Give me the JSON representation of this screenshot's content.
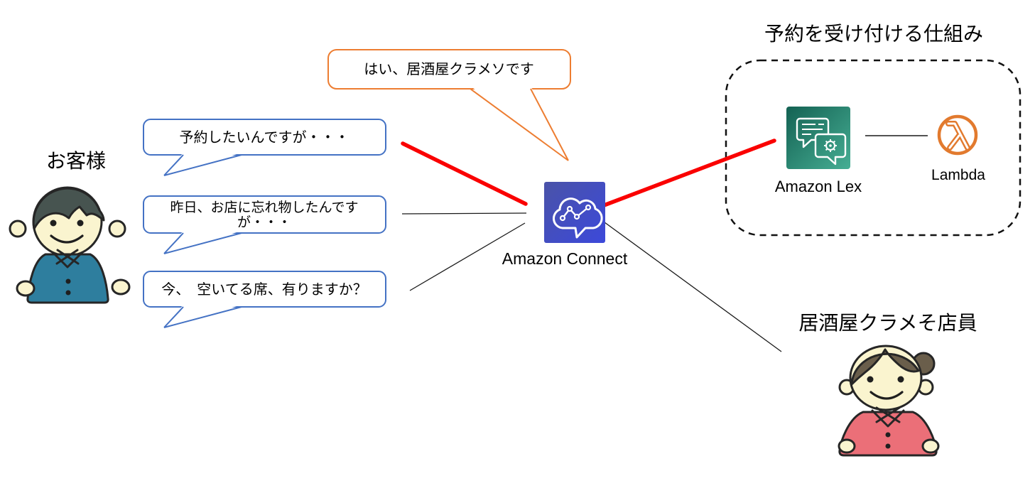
{
  "labels": {
    "customer": "お客様",
    "clerk": "居酒屋クラメそ店員",
    "system_title": "予約を受け付ける仕組み",
    "connect": "Amazon Connect",
    "lex": "Amazon Lex",
    "lambda": "Lambda"
  },
  "bubbles": {
    "reply": "はい、居酒屋クラメソです",
    "reservation": "予約したいんですが・・・",
    "lost_item_line1": "昨日、お店に忘れ物したんです",
    "lost_item_line2": "が・・・",
    "seat_question": "今、　空いてる席、有りますか？"
  },
  "icons": {
    "connect": "chat-cloud-graph-icon",
    "lex": "chat-bubbles-gear-icon",
    "lambda": "lambda-circle-icon"
  },
  "colors": {
    "bubble_blue": "#4472C4",
    "bubble_orange": "#ED7D31",
    "highlight_red": "#FA0000",
    "connector_black": "#1a1a1a",
    "connect_gradient_start": "#4A53A8",
    "connect_gradient_end": "#3C49DA",
    "lex_gradient_start": "#146253",
    "lex_gradient_end": "#46AE94",
    "lambda_orange": "#E27A2E",
    "skin": "#FAF4CF",
    "boy_hair": "#475450",
    "boy_shirt": "#2E7E9E",
    "woman_hair": "#6A5E4B",
    "woman_shirt": "#EB6F78"
  }
}
